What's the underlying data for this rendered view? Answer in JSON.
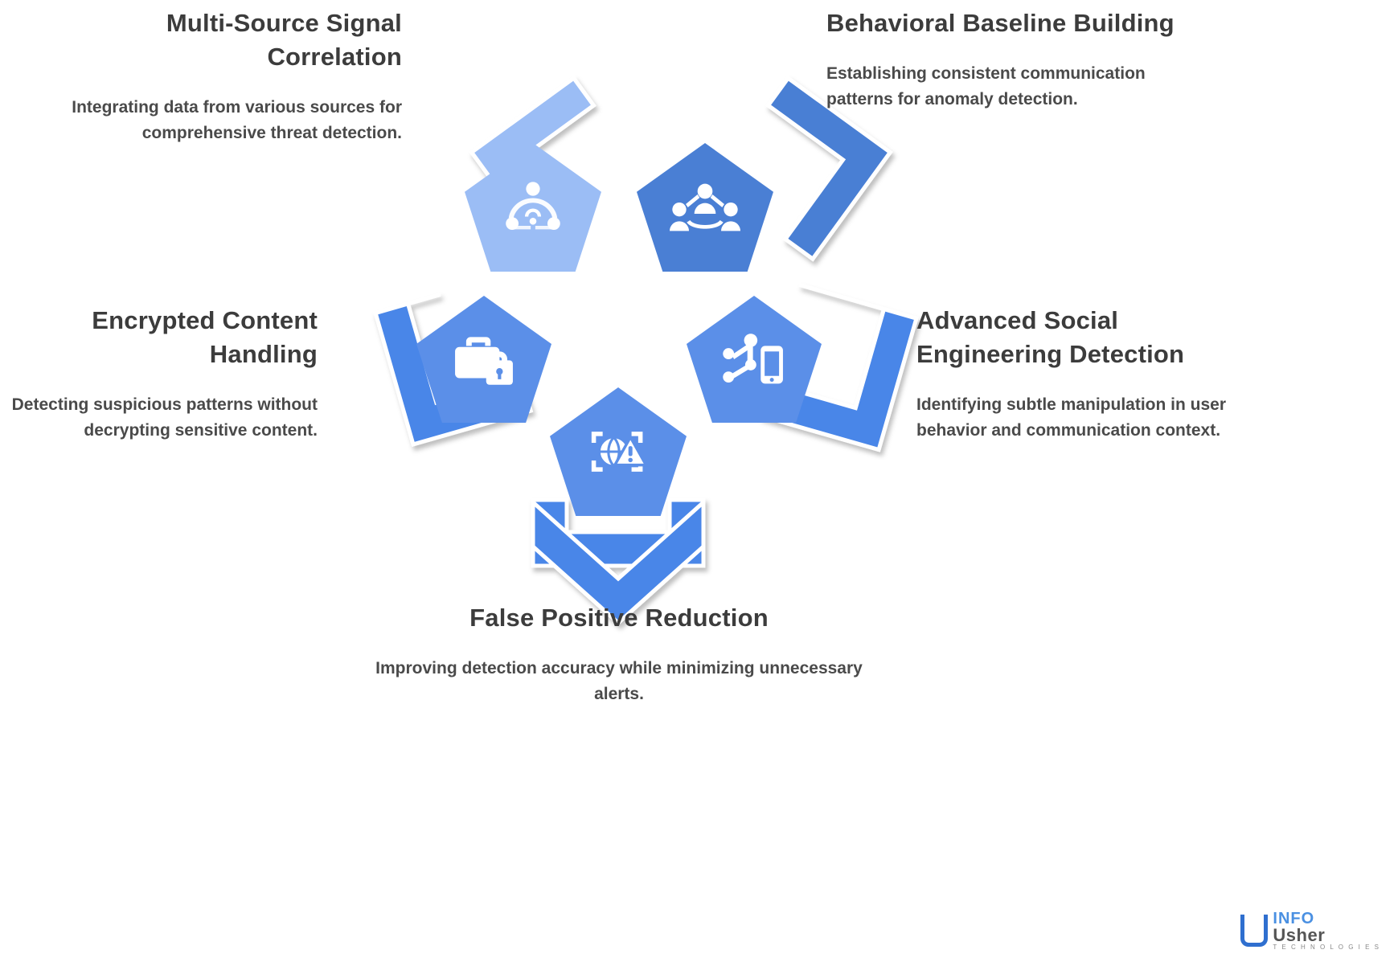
{
  "diagram": {
    "type": "pentagon-cycle",
    "node_count": 5,
    "colors": {
      "light_blue": "#9bbdf5",
      "mid_blue": "#5b8fe8",
      "deep_blue": "#4a7fd4",
      "arc_blue": "#4a86e8",
      "title_text": "#3c3c3c",
      "body_text": "#4a4a4a",
      "background": "#ffffff"
    },
    "nodes": [
      {
        "id": "multi-source-signal-correlation",
        "position": "top-left",
        "icon": "network-signal-icon",
        "fill": "#9bbdf5",
        "title": "Multi-Source Signal Correlation",
        "body": "Integrating data from various sources for comprehensive threat detection."
      },
      {
        "id": "behavioral-baseline-building",
        "position": "top-right",
        "icon": "people-network-icon",
        "fill": "#4a7fd4",
        "title": "Behavioral Baseline Building",
        "body": "Establishing consistent communication patterns for anomaly detection."
      },
      {
        "id": "encrypted-content-handling",
        "position": "middle-left",
        "icon": "briefcase-lock-icon",
        "fill": "#5b8fe8",
        "title": "Encrypted Content Handling",
        "body": "Detecting suspicious patterns without decrypting sensitive content."
      },
      {
        "id": "advanced-social-engineering-detection",
        "position": "middle-right",
        "icon": "molecule-mobile-icon",
        "fill": "#5b8fe8",
        "title": "Advanced Social Engineering Detection",
        "body": "Identifying subtle manipulation in user behavior and communication context."
      },
      {
        "id": "false-positive-reduction",
        "position": "bottom-center",
        "icon": "globe-alert-icon",
        "fill": "#5b8fe8",
        "title": "False Positive Reduction",
        "body": "Improving detection accuracy while minimizing unnecessary alerts."
      }
    ],
    "watermark": {
      "brand_top": "INFO",
      "brand_main": "Usher",
      "brand_sub": "T E C H N O L O G I E S"
    }
  }
}
